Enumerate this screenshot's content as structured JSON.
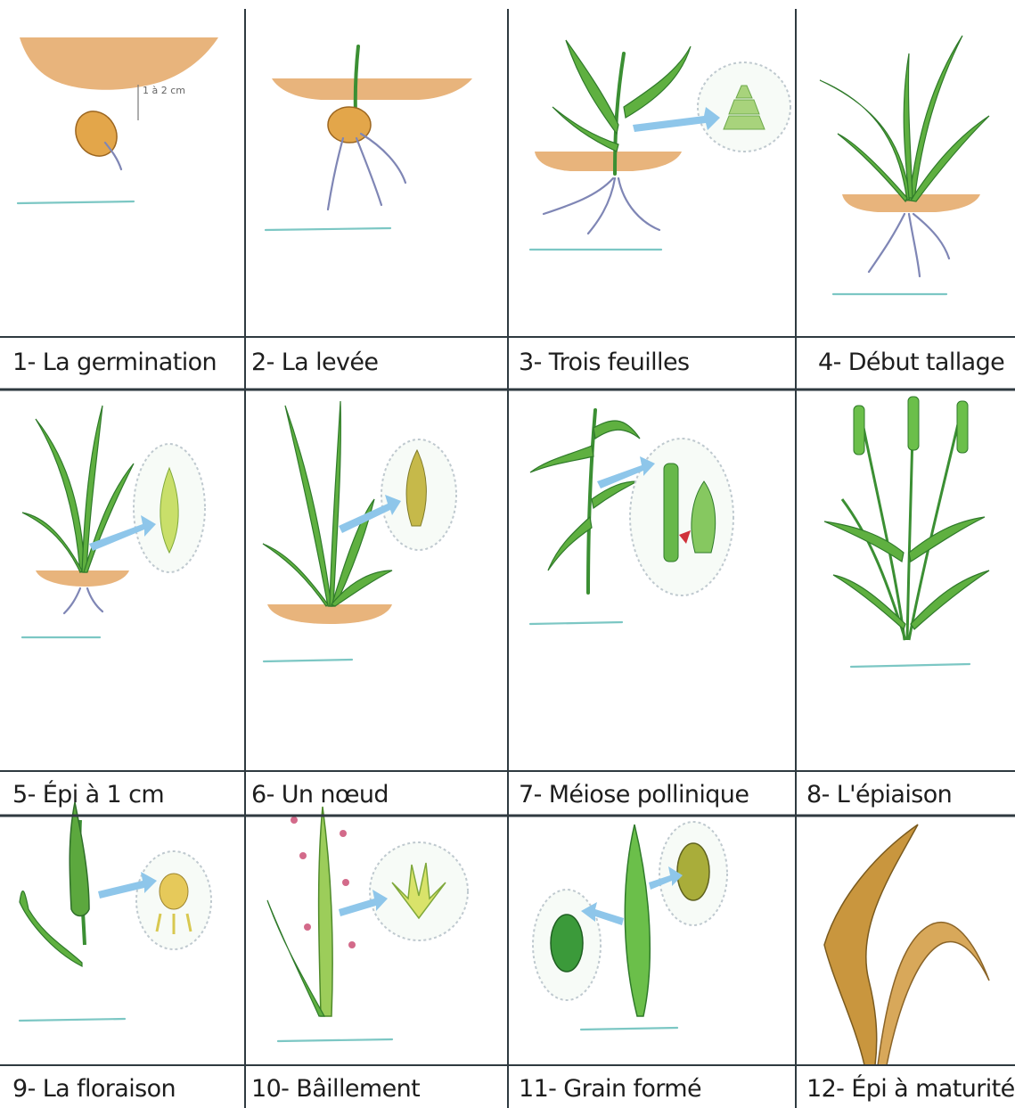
{
  "stages": [
    {
      "label": "1- La germination",
      "note": "1 à 2 cm"
    },
    {
      "label": "2- La levée"
    },
    {
      "label": "3- Trois feuilles"
    },
    {
      "label": "4- Début tallage"
    },
    {
      "label": "5- Épi à 1 cm"
    },
    {
      "label": "6- Un nœud"
    },
    {
      "label": "7- Méiose pollinique"
    },
    {
      "label": "8- L'épiaison"
    },
    {
      "label": "9- La floraison"
    },
    {
      "label": "10- Bâillement"
    },
    {
      "label": "11- Grain formé"
    },
    {
      "label": "12- Épi à maturité"
    }
  ],
  "colors": {
    "grid": "#2f3a40",
    "soil": "#e8b47c",
    "leaf": "#5fb040",
    "root": "#7f86b5",
    "arrow": "#8ec6ea",
    "ripe": "#c9963e"
  }
}
